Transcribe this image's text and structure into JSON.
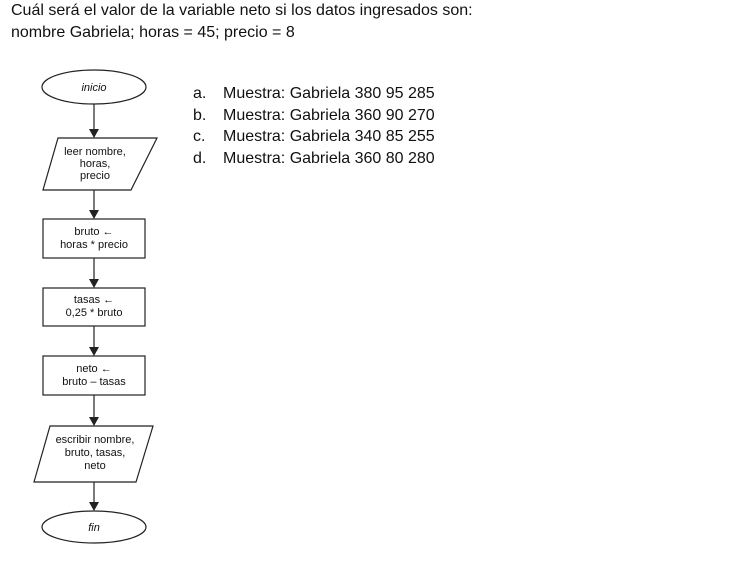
{
  "question": {
    "line1": "Cuál será el valor de la variable neto si los datos ingresados son:",
    "line2": "nombre Gabriela; horas = 45; precio = 8"
  },
  "flowchart": {
    "start": "inicio",
    "input": [
      "leer nombre,",
      "horas,",
      "precio"
    ],
    "step1": [
      "bruto ←",
      "horas * precio"
    ],
    "step2": [
      "tasas ←",
      "0,25 * bruto"
    ],
    "step3": [
      "neto ←",
      "bruto – tasas"
    ],
    "output": [
      "escribir nombre,",
      "bruto, tasas,",
      "neto"
    ],
    "end": "fin"
  },
  "options": [
    {
      "letter": "a.",
      "text": "Muestra: Gabriela 380 95 285"
    },
    {
      "letter": "b.",
      "text": "Muestra: Gabriela 360 90 270"
    },
    {
      "letter": "c.",
      "text": "Muestra: Gabriela 340 85 255"
    },
    {
      "letter": "d.",
      "text": "Muestra: Gabriela 360 80 280"
    }
  ]
}
